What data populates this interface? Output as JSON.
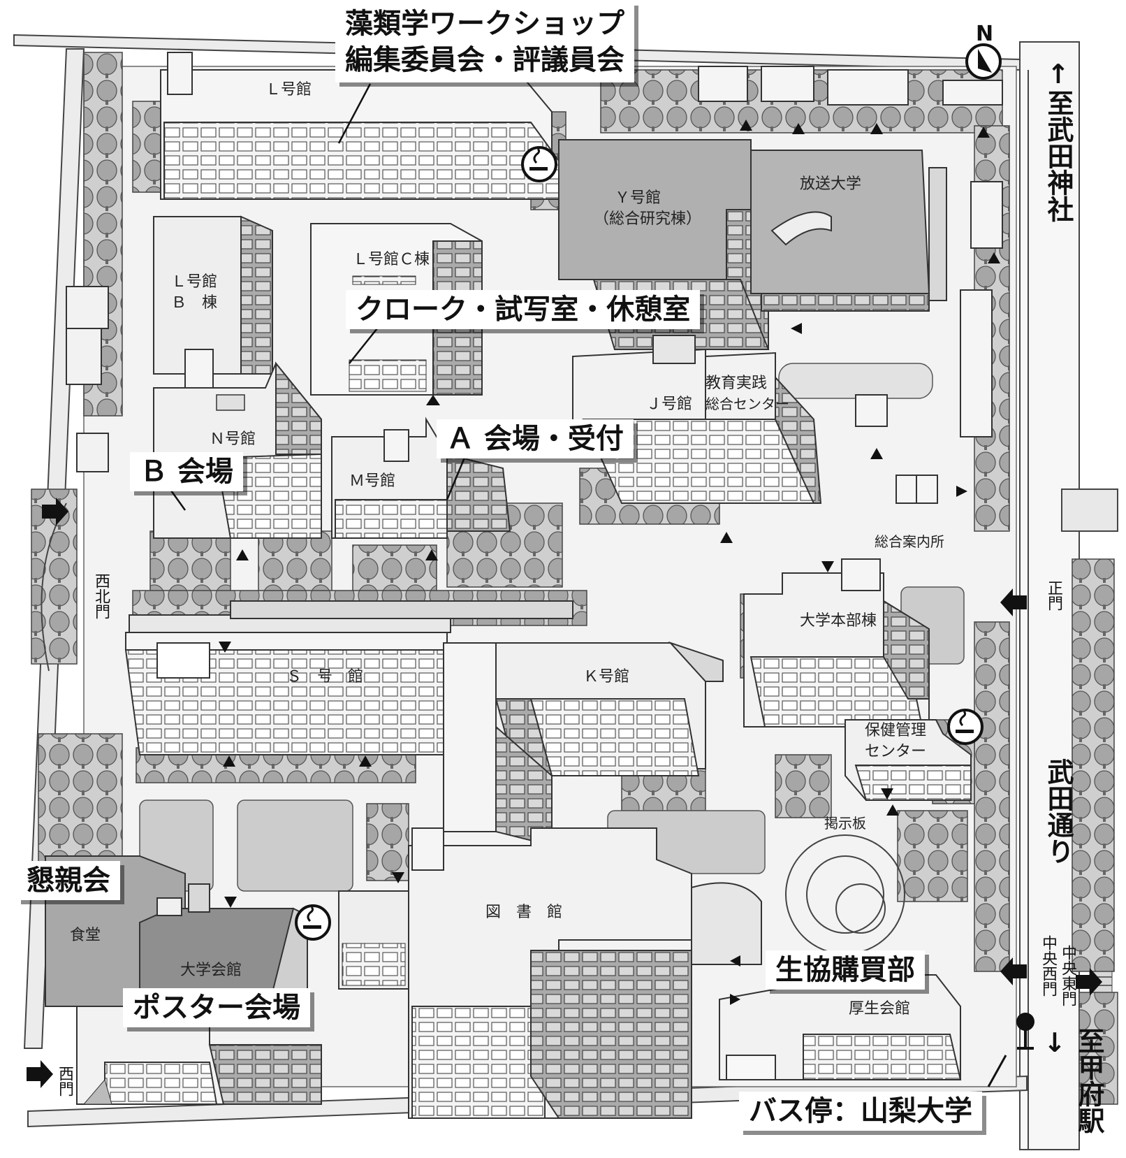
{
  "colors": {
    "ground": "#ffffff",
    "road": "#e9e9e9",
    "building_light": "#f2f2f2",
    "building_mid": "#bdbdbd",
    "building_dark": "#8c8c8c",
    "tree": "#9a9a9a",
    "lot": "#cccccc",
    "line": "#333333"
  },
  "compass": {
    "letter": "N"
  },
  "callouts": {
    "workshop_line1": "藻類学ワークショップ",
    "workshop_line2": "編集委員会・評議員会",
    "cloak": "クローク・試写室・休憩室",
    "hall_a": "Ａ 会場・受付",
    "hall_b": "Ｂ 会場",
    "reception": "懇親会",
    "poster": "ポスター会場",
    "coop": "生協購買部",
    "bus": "バス停：山梨大学"
  },
  "buildings": {
    "L": "Ｌ号館",
    "LB_1": "Ｌ号館",
    "LB_2": "Ｂ　棟",
    "LC": "Ｌ号館Ｃ棟",
    "Y_1": "Ｙ号館",
    "Y_2": "（総合研究棟）",
    "hoso": "放送大学",
    "edu_1": "教育実践",
    "edu_2": "総合センター",
    "J": "Ｊ号館",
    "N": "Ｎ号館",
    "M": "Ｍ号館",
    "S": "Ｓ　号　館",
    "K": "Ｋ号館",
    "honbu": "大学本部棟",
    "hoken_1": "保健管理",
    "hoken_2": "センター",
    "library": "図　書　館",
    "shokudo": "食堂",
    "kaikan": "大学会館",
    "kosei": "厚生会館",
    "info": "総合案内所",
    "keiji": "掲示板"
  },
  "side_labels": {
    "to_takeda": "↑至武田神社",
    "to_kofu": "至甲府駅↓",
    "takeda_dori": "武田通り",
    "seimon": "正門",
    "seihokumon": "西北門",
    "nishimon": "西門",
    "chuo_nishi": "中央西門",
    "chuo_higashi": "中央東門"
  },
  "icons": [
    "smoking-area-icon",
    "entrance-triangle-icon",
    "gate-arrow-icon",
    "bus-stop-icon",
    "north-compass-icon"
  ]
}
